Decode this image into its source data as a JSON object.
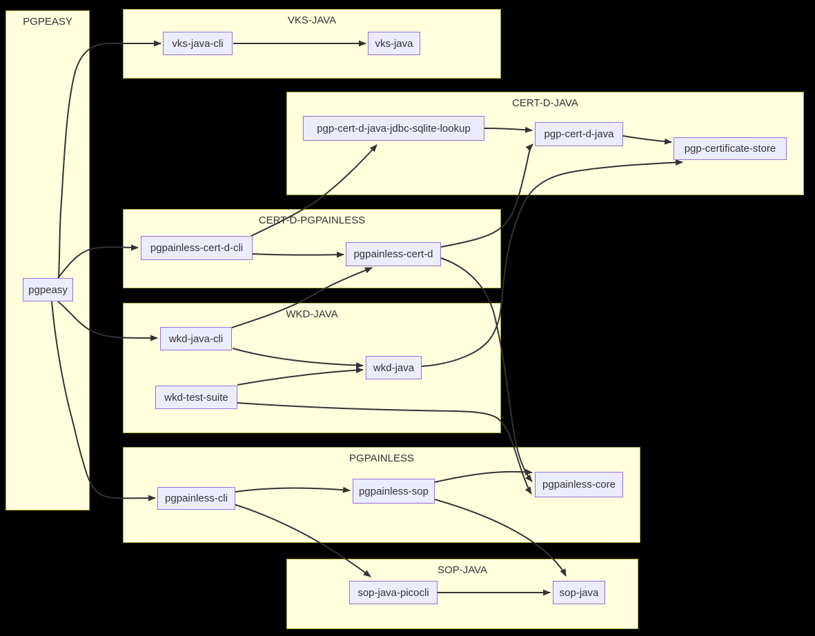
{
  "diagram": {
    "type": "flowchart",
    "background": "#000000",
    "palette": {
      "subgraph_fill": "#ffffde",
      "subgraph_border": "#aaaa33",
      "node_fill": "#ececff",
      "node_border": "#9370db",
      "edge_color": "#333333",
      "text_color": "#333333"
    },
    "subgraphs": [
      {
        "id": "pgpeasy-group",
        "title": "PGPEASY"
      },
      {
        "id": "vks-java-group",
        "title": "VKS-JAVA"
      },
      {
        "id": "cert-d-java-group",
        "title": "CERT-D-JAVA"
      },
      {
        "id": "cert-d-pgpainless-group",
        "title": "CERT-D-PGPAINLESS"
      },
      {
        "id": "wkd-java-group",
        "title": "WKD-JAVA"
      },
      {
        "id": "pgpainless-group",
        "title": "PGPAINLESS"
      },
      {
        "id": "sop-java-group",
        "title": "SOP-JAVA"
      }
    ],
    "nodes": [
      {
        "id": "pgpeasy",
        "label": "pgpeasy"
      },
      {
        "id": "vks-java-cli",
        "label": "vks-java-cli"
      },
      {
        "id": "vks-java",
        "label": "vks-java"
      },
      {
        "id": "pgp-cert-d-java-jdbc-sqlite-lookup",
        "label": "pgp-cert-d-java-jdbc-sqlite-lookup"
      },
      {
        "id": "pgp-cert-d-java",
        "label": "pgp-cert-d-java"
      },
      {
        "id": "pgp-certificate-store",
        "label": "pgp-certificate-store"
      },
      {
        "id": "pgpainless-cert-d-cli",
        "label": "pgpainless-cert-d-cli"
      },
      {
        "id": "pgpainless-cert-d",
        "label": "pgpainless-cert-d"
      },
      {
        "id": "wkd-java-cli",
        "label": "wkd-java-cli"
      },
      {
        "id": "wkd-java",
        "label": "wkd-java"
      },
      {
        "id": "wkd-test-suite",
        "label": "wkd-test-suite"
      },
      {
        "id": "pgpainless-cli",
        "label": "pgpainless-cli"
      },
      {
        "id": "pgpainless-sop",
        "label": "pgpainless-sop"
      },
      {
        "id": "pgpainless-core",
        "label": "pgpainless-core"
      },
      {
        "id": "sop-java-picocli",
        "label": "sop-java-picocli"
      },
      {
        "id": "sop-java",
        "label": "sop-java"
      }
    ],
    "edges": [
      {
        "from": "pgpeasy",
        "to": "vks-java-cli"
      },
      {
        "from": "pgpeasy",
        "to": "pgpainless-cert-d-cli"
      },
      {
        "from": "pgpeasy",
        "to": "wkd-java-cli"
      },
      {
        "from": "pgpeasy",
        "to": "pgpainless-cli"
      },
      {
        "from": "vks-java-cli",
        "to": "vks-java"
      },
      {
        "from": "pgp-cert-d-java-jdbc-sqlite-lookup",
        "to": "pgp-cert-d-java"
      },
      {
        "from": "pgp-cert-d-java",
        "to": "pgp-certificate-store"
      },
      {
        "from": "pgpainless-cert-d-cli",
        "to": "pgp-cert-d-java-jdbc-sqlite-lookup"
      },
      {
        "from": "pgpainless-cert-d-cli",
        "to": "pgpainless-cert-d"
      },
      {
        "from": "pgpainless-cert-d",
        "to": "pgp-cert-d-java"
      },
      {
        "from": "pgpainless-cert-d",
        "to": "pgpainless-core"
      },
      {
        "from": "wkd-java-cli",
        "to": "pgpainless-cert-d"
      },
      {
        "from": "wkd-java-cli",
        "to": "wkd-java"
      },
      {
        "from": "wkd-test-suite",
        "to": "wkd-java"
      },
      {
        "from": "wkd-test-suite",
        "to": "pgpainless-core"
      },
      {
        "from": "wkd-java",
        "to": "pgp-certificate-store"
      },
      {
        "from": "pgpainless-cli",
        "to": "pgpainless-sop"
      },
      {
        "from": "pgpainless-cli",
        "to": "sop-java-picocli"
      },
      {
        "from": "pgpainless-sop",
        "to": "pgpainless-core"
      },
      {
        "from": "pgpainless-sop",
        "to": "sop-java"
      },
      {
        "from": "sop-java-picocli",
        "to": "sop-java"
      }
    ]
  }
}
